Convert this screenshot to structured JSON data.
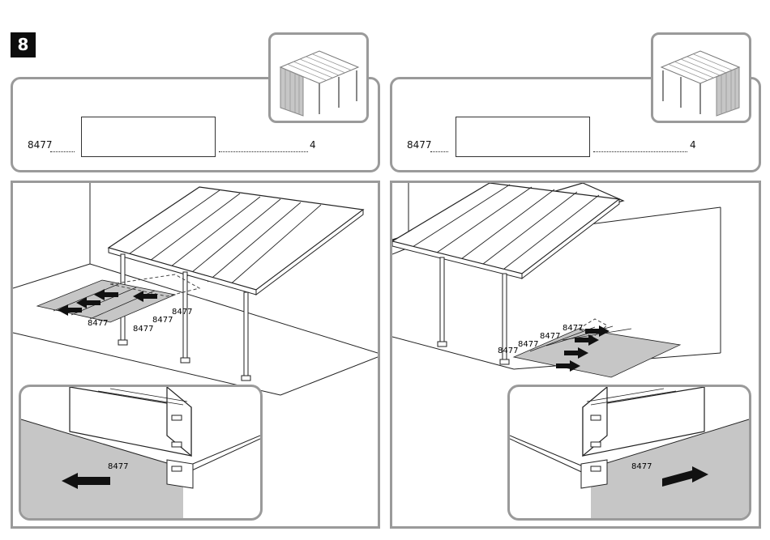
{
  "step": {
    "number": "8"
  },
  "panels": [
    {
      "part_number": "8477",
      "quantity": "4",
      "callouts": [
        "8477",
        "8477",
        "8477",
        "8477"
      ],
      "inset_label": "8477"
    },
    {
      "part_number": "8477",
      "quantity": "4",
      "callouts": [
        "8477",
        "8477",
        "8477",
        "8477"
      ],
      "inset_label": "8477"
    }
  ],
  "colors": {
    "frame": "#9a9a9a",
    "shade": "#c6c6c6",
    "line": "#222222"
  }
}
